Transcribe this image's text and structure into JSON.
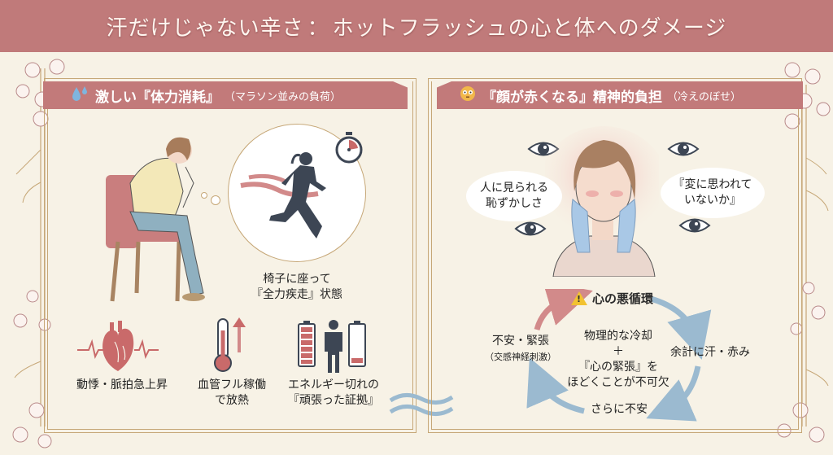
{
  "title": {
    "left": "汗だけじゃない辛さ",
    "colon": "：",
    "right": "ホットフラッシュの心と体へのダメージ"
  },
  "colors": {
    "title_bg": "#c07a7a",
    "header_bg": "#c27a7a",
    "page_bg": "#f7f2e6",
    "frame": "#c6a777",
    "accent_red": "#c96a6a",
    "accent_blue": "#8fb0c8",
    "figure_dark": "#3d4654"
  },
  "left_panel": {
    "icon": "water-drops-icon",
    "header": "激しい『体力消耗』",
    "header_sub": "（マラソン並みの負荷）",
    "bubble_caption_line1": "椅子に座って",
    "bubble_caption_line2": "『全力疾走』状態",
    "items": [
      {
        "icon": "heart-pulse-icon",
        "line1": "動悸・脈拍急上昇",
        "line2": ""
      },
      {
        "icon": "thermometer-rising-icon",
        "line1": "血管フル稼働",
        "line2": "で放熱"
      },
      {
        "icon": "battery-drained-icon",
        "line1": "エネルギー切れの",
        "line2": "『頑張った証拠』"
      }
    ]
  },
  "right_panel": {
    "icon": "flushed-face-icon",
    "header": "『顔が赤くなる』精神的負担",
    "header_sub": "（冷えのぼせ）",
    "bubble_left_line1": "人に見られる",
    "bubble_left_line2": "恥ずかしさ",
    "bubble_right_line1": "『変に思われて",
    "bubble_right_line2": "いないか』",
    "cycle": {
      "title": "心の悪循環",
      "warning_mark": "!",
      "center_line1": "物理的な冷却",
      "center_plus": "＋",
      "center_line2": "『心の緊張』を",
      "center_line3": "ほどくことが不可欠",
      "node_right": "余計に汗・赤み",
      "node_bottom": "さらに不安",
      "node_left": "不安・緊張",
      "node_left_sub": "（交感神経刺激）"
    }
  }
}
